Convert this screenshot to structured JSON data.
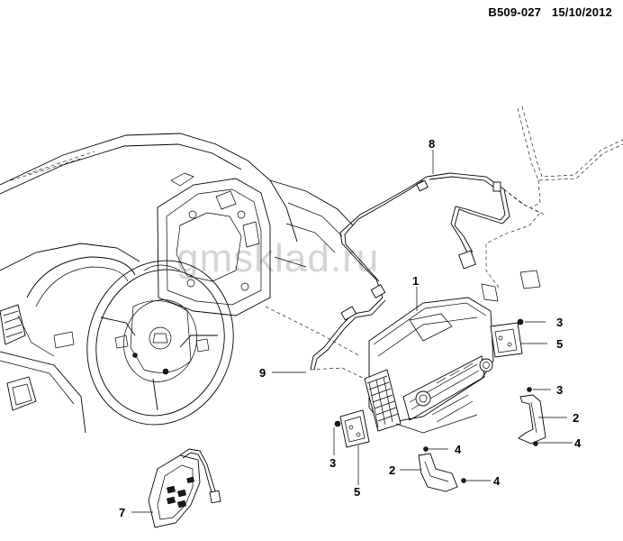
{
  "header": {
    "code": "B509-027",
    "date": "15/10/2012"
  },
  "watermark": "gmsklad.ru",
  "callouts": [
    {
      "id": "c8",
      "text": "8"
    },
    {
      "id": "c1",
      "text": "1"
    },
    {
      "id": "c3a",
      "text": "3"
    },
    {
      "id": "c5a",
      "text": "5"
    },
    {
      "id": "c9",
      "text": "9"
    },
    {
      "id": "c3b",
      "text": "3"
    },
    {
      "id": "c2a",
      "text": "2"
    },
    {
      "id": "c4a",
      "text": "4"
    },
    {
      "id": "c4b",
      "text": "4"
    },
    {
      "id": "c3c",
      "text": "3"
    },
    {
      "id": "c2b",
      "text": "2"
    },
    {
      "id": "c4c",
      "text": "4"
    },
    {
      "id": "c5b",
      "text": "5"
    },
    {
      "id": "c7",
      "text": "7"
    }
  ]
}
